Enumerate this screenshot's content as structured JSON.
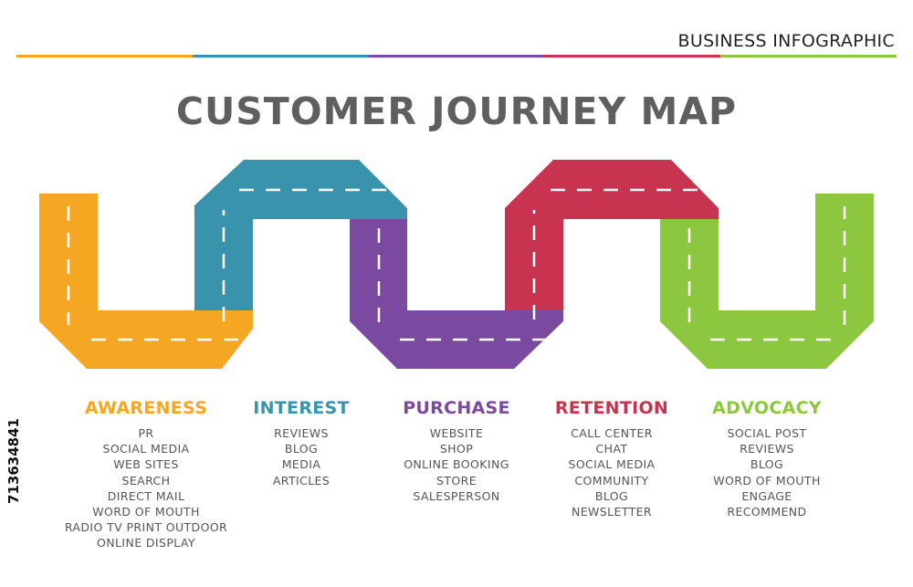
{
  "header": {
    "label": "BUSINESS INFOGRAPHIC",
    "rule_colors": [
      "#f5a623",
      "#3a93ad",
      "#7a4aa0",
      "#c8344f",
      "#8dc63f"
    ]
  },
  "title": "CUSTOMER JOURNEY MAP",
  "stages": [
    {
      "name": "AWARENESS",
      "color": "#f5a623",
      "items": [
        "PR",
        "SOCIAL MEDIA",
        "WEB SITES",
        "SEARCH",
        "DIRECT MAIL",
        "WORD OF MOUTH",
        "RADIO TV PRINT OUTDOOR",
        "ONLINE DISPLAY"
      ]
    },
    {
      "name": "INTEREST",
      "color": "#3a93ad",
      "items": [
        "REVIEWS",
        "BLOG",
        "MEDIA",
        "ARTICLES"
      ]
    },
    {
      "name": "PURCHASE",
      "color": "#7a4aa0",
      "items": [
        "WEBSITE",
        "SHOP",
        "ONLINE BOOKING",
        "STORE",
        "SALESPERSON"
      ]
    },
    {
      "name": "RETENTION",
      "color": "#c8344f",
      "items": [
        "CALL CENTER",
        "CHAT",
        "SOCIAL MEDIA",
        "COMMUNITY",
        "BLOG",
        "NEWSLETTER"
      ]
    },
    {
      "name": "ADVOCACY",
      "color": "#8dc63f",
      "items": [
        "SOCIAL POST",
        "REVIEWS",
        "BLOG",
        "WORD OF MOUTH",
        "ENGAGE",
        "RECOMMEND"
      ]
    }
  ],
  "side_id": "713634841"
}
